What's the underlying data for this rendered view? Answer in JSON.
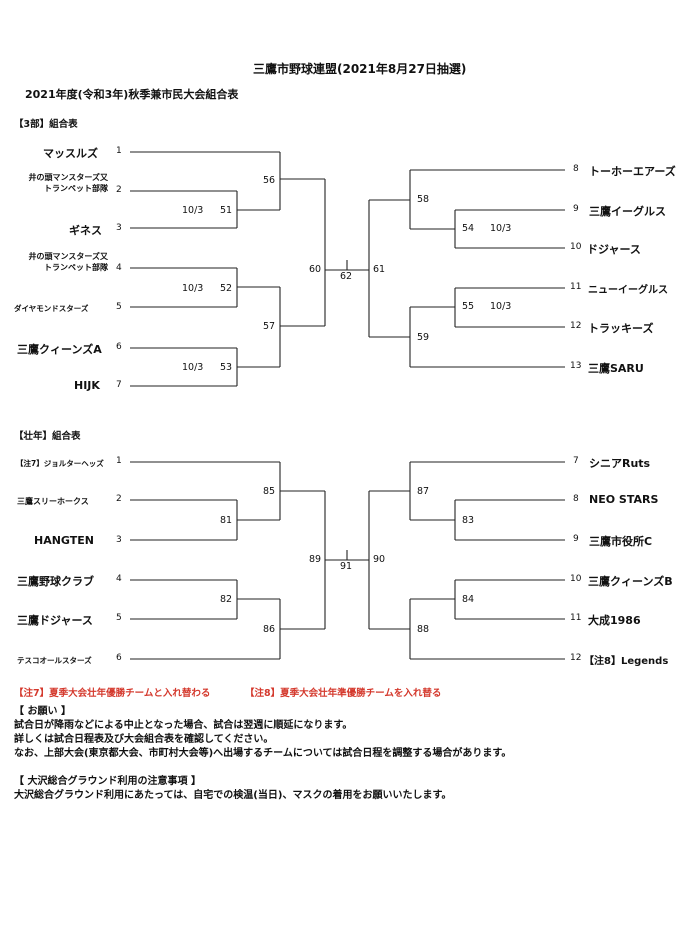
{
  "header": {
    "title": "三鷹市野球連盟(2021年8月27日抽選)",
    "subtitle": "2021年度(令和3年)秋季兼市民大会組合表"
  },
  "div3": {
    "label": "【3部】組合表",
    "teams": [
      {
        "seed": "1",
        "name": "マッスルズ"
      },
      {
        "seed": "2",
        "name": "井の頭マンスターズ又トランペット部隊"
      },
      {
        "seed": "3",
        "name": "ギネス"
      },
      {
        "seed": "4",
        "name": "井の頭マンスターズ又トランペット部隊"
      },
      {
        "seed": "5",
        "name": "ダイヤモンドスターズ"
      },
      {
        "seed": "6",
        "name": "三鷹クィーンズA"
      },
      {
        "seed": "7",
        "name": "HIJK"
      },
      {
        "seed": "8",
        "name": "トーホーエアーズ"
      },
      {
        "seed": "9",
        "name": "三鷹イーグルス"
      },
      {
        "seed": "10",
        "name": "ドジャース"
      },
      {
        "seed": "11",
        "name": "ニューイーグルス"
      },
      {
        "seed": "12",
        "name": "トラッキーズ"
      },
      {
        "seed": "13",
        "name": "三鷹SARU"
      }
    ],
    "games": {
      "g51": "51",
      "g52": "52",
      "g53": "53",
      "g54": "54",
      "g55": "55",
      "g56": "56",
      "g57": "57",
      "g58": "58",
      "g59": "59",
      "g60": "60",
      "g61": "61",
      "g62": "62"
    },
    "dates": {
      "g51": "10/3",
      "g52": "10/3",
      "g53": "10/3",
      "g54": "10/3",
      "g55": "10/3"
    }
  },
  "senior": {
    "label": "【壮年】組合表",
    "teams": [
      {
        "seed": "1",
        "name": "【注7】ジョルターヘッズ"
      },
      {
        "seed": "2",
        "name": "三鷹スリーホークス"
      },
      {
        "seed": "3",
        "name": "HANGTEN"
      },
      {
        "seed": "4",
        "name": "三鷹野球クラブ"
      },
      {
        "seed": "5",
        "name": "三鷹ドジャース"
      },
      {
        "seed": "6",
        "name": "テスコオールスターズ"
      },
      {
        "seed": "7",
        "name": "シニアRuts"
      },
      {
        "seed": "8",
        "name": "NEO STARS"
      },
      {
        "seed": "9",
        "name": "三鷹市役所C"
      },
      {
        "seed": "10",
        "name": "三鷹クィーンズB"
      },
      {
        "seed": "11",
        "name": "大成1986"
      },
      {
        "seed": "12",
        "name": "【注8】Legends"
      }
    ],
    "games": {
      "g81": "81",
      "g82": "82",
      "g83": "83",
      "g84": "84",
      "g85": "85",
      "g86": "86",
      "g87": "87",
      "g88": "88",
      "g89": "89",
      "g90": "90",
      "g91": "91"
    }
  },
  "notes": {
    "note7": "【注7】夏季大会壮年優勝チームと入れ替わる",
    "note8": "【注8】夏季大会壮年準優勝チームを入れ替る",
    "request_title": "【  お願い  】",
    "request_1": "試合日が降雨などによる中止となった場合、試合は翌週に順延になります。",
    "request_2": "詳しくは試合日程表及び大会組合表を確認してください。",
    "request_3": "なお、上部大会(東京都大会、市町村大会等)へ出場するチームについては試合日程を調整する場合があります。",
    "ground_title": "【  大沢総合グラウンド利用の注意事項  】",
    "ground_1": "大沢総合グラウンド利用にあたっては、自宅での検温(当日)、マスクの着用をお願いいたします。"
  }
}
